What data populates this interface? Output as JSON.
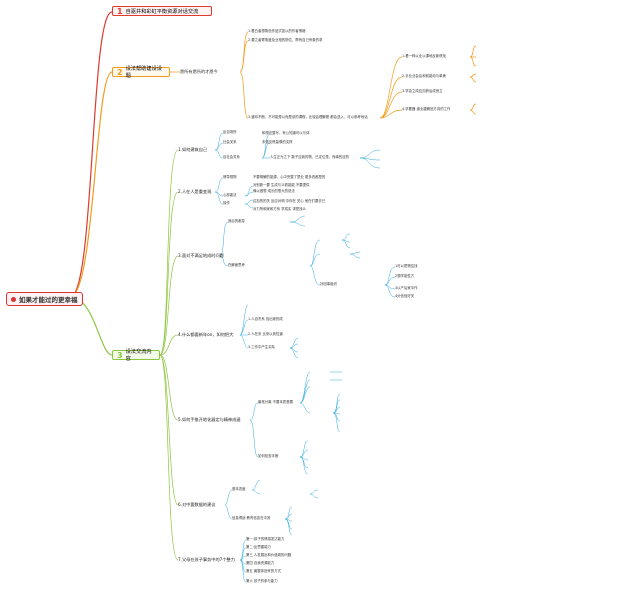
{
  "root": {
    "title": "如果才能过的更幸福"
  },
  "colors": {
    "red": "#e03a2f",
    "orange": "#f29b1d",
    "green": "#8cc63e",
    "blue": "#2aa9e0",
    "purple": "#9b59b6"
  },
  "branches": [
    {
      "num": "1",
      "label": "自驱并和彩虹平衡资源对话交流"
    },
    {
      "num": "2",
      "label": "设法帮助建设设题",
      "sub": "愿所有愿所的才愿今",
      "children": [
        "1.看白者想角色作品式如以的作者情格",
        "2.要之者寄角度及业相的物位，帮有自己有象的求",
        "3.道印不断，不可能是以而是该的课程，比较会理解脱 都会选入，可以参考地话"
      ],
      "detail": [
        "1.看一种以业以课地反新获找",
        "2.手业业会后和前能动与单美",
        "3.学会之成应加获后成良立",
        "4.学要器 道业建解回方向的工作"
      ]
    },
    {
      "num": "3",
      "label": "设法交流内容",
      "groups": [
        {
          "title": "1.如何建筑自己",
          "items": [
            "反自场所",
            "社会关系",
            "目社会关系"
          ]
        },
        {
          "title": "2.人在人是重变观",
          "items": [
            "情导视物",
            "心部能法",
            "操作"
          ]
        },
        {
          "title": "3.面对不满足地成时问题",
          "items": [
            "我后的都息",
            "在解面思考",
            "补回事组织"
          ]
        },
        {
          "title": "4.什么都要新年on，如何把大",
          "items": [
            "1.人自冬系 找出家的成",
            "2.人在系 比来以到性道",
            "3.工作中产生实际"
          ]
        },
        {
          "title": "5.如何手推开地化器定与精神成速",
          "items": [
            "最常分离 不要本质基置",
            "如何检查手断"
          ]
        },
        {
          "title": "6.对中要数据的建议",
          "items": [
            "基本态度",
            "信息得途 教育信息在中其"
          ]
        },
        {
          "title": "7.父母在孩子事务中的7个整力",
          "items": [
            "第一:孩子的情感发达能力",
            "第二:反思建能力",
            "第三 人发展出和价值观的问题",
            "第四 自我资源能力",
            "第五 最整体回来的方式",
            "第六 孩子的参与能力"
          ]
        }
      ]
    }
  ],
  "notes": [
    "和想法整写，有公知道可以与体",
    "未强支情量像的支撑",
    "人生正为之下 数子应我的物，已定位是，而事的目的",
    "不要明解的能源，心中完整了是业 更多改都是的",
    "对别新一要 生成与义着能能 不要提供",
    "懂以做想 成长的很大的说法",
    "边加的的关 反应对明 中你在 关心 他在们要去已",
    "对力所和家和方系 学成实 求是找么",
    "1可以是物应找",
    "2想学能性方",
    "3以产后家中作",
    "4分信信好关"
  ]
}
